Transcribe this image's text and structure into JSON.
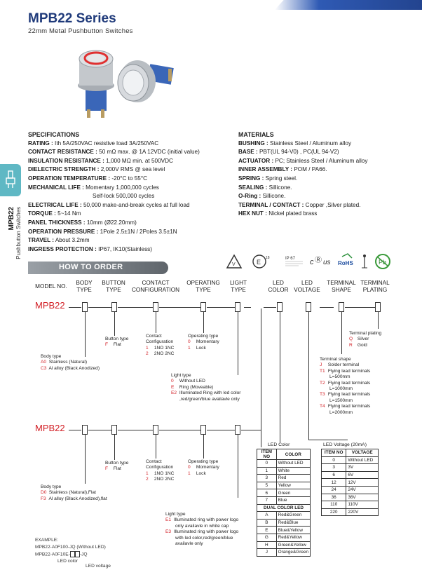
{
  "header": {
    "title": "MPB22 Series",
    "subtitle": "22mm Metal Pushbutton Switches"
  },
  "sidebar": {
    "series": "MPB22",
    "category": "Pushbutton Switches"
  },
  "specifications": {
    "heading": "SPECIFICATIONS",
    "rows": [
      {
        "label": "RATING :",
        "value": " Ith 5A/250VAC resistive load 3A/250VAC"
      },
      {
        "label": "CONTACT RESISTANCE :",
        "value": " 50 mΩ max. @ 1A 12VDC (initial value)"
      },
      {
        "label": "INSULATION RESISTANCE :",
        "value": " 1,000 MΩ min. at 500VDC"
      },
      {
        "label": "DIELECTRIC STRENGTH :",
        "value": " 2,000V RMS @ sea level"
      },
      {
        "label": "OPERATION TEMPERATURE :",
        "value": " -20°C to 55°C"
      },
      {
        "label": "MECHANICAL LIFE :",
        "value": " Momentary 1,000,000 cycles"
      },
      {
        "label": "",
        "value": "Self-lock 500,000 cycles",
        "indent": true
      },
      {
        "label": "ELECTRICAL LIFE :",
        "value": " 50,000 make-and-break cycles at full load"
      },
      {
        "label": "TORQUE :",
        "value": " 5~14 Nm"
      },
      {
        "label": "PANEL THICKNESS :",
        "value": " 10mm (Ø22.20mm)"
      },
      {
        "label": "OPERATION PRESSURE :",
        "value": " 1Pole 2.5±1N / 2Poles 3.5±1N"
      },
      {
        "label": "TRAVEL :",
        "value": " About 3.2mm"
      },
      {
        "label": "INGRESS PROTECTION :",
        "value": " IP67, IK10(Stainless)"
      }
    ]
  },
  "materials": {
    "heading": "MATERIALS",
    "rows": [
      {
        "label": "BUSHING :",
        "value": " Stainless Steel / Aluminum alloy"
      },
      {
        "label": "BASE :",
        "value": " PBT(UL 94-V0) , PC(UL 94-V2)"
      },
      {
        "label": "ACTUATOR :",
        "value": " PC; Stainless Steel / Aluminum  alloy"
      },
      {
        "label": "INNER ASSEMBLY :",
        "value": " POM / PA66."
      },
      {
        "label": "SPRING :",
        "value": " Spring steel."
      },
      {
        "label": "SEALING :",
        "value": " Sillicone."
      },
      {
        "label": "O-Ring :",
        "value": " Sillicone."
      },
      {
        "label": "TERMINAL / CONTACT :",
        "value": " Copper ,Silver plated."
      },
      {
        "label": "HEX NUT :",
        "value": " Nickel plated brass"
      }
    ]
  },
  "certs": {
    "ip": "IP 67",
    "rohs": "RoHS",
    "pb": "Pb"
  },
  "how_to_order": {
    "heading": "HOW TO ORDER",
    "columns": [
      "MODEL NO.",
      "BODY TYPE",
      "BUTTON TYPE",
      "CONTACT CONFIGURATION",
      "OPERATING TYPE",
      "LIGHT TYPE",
      "LED COLOR",
      "LED VOLTAGE",
      "TERMINAL SHAPE",
      "TERMINAL PLATING"
    ],
    "model": "MPB22",
    "body_type_1": {
      "title": "Body type",
      "items": [
        {
          "code": "A0",
          "text": "Stainless (Natural)"
        },
        {
          "code": "C3",
          "text": "Al alloy (Black Anodized)"
        }
      ]
    },
    "button_type": {
      "title": "Button type",
      "items": [
        {
          "code": "F",
          "text": "Flat"
        }
      ]
    },
    "contact_config": {
      "title1": "Contact",
      "title2": "Configuration",
      "items": [
        {
          "code": "1",
          "text": "1NO 1NC"
        },
        {
          "code": "2",
          "text": "2NO 2NC"
        }
      ]
    },
    "operating_type": {
      "title": "Operating type",
      "items": [
        {
          "code": "0",
          "text": "Momentary"
        },
        {
          "code": "1",
          "text": "Lock"
        }
      ]
    },
    "light_type_1": {
      "title": "Light type",
      "items": [
        {
          "code": "0",
          "text": "Without LED"
        },
        {
          "code": "E",
          "text": "Ring (Moveable)"
        },
        {
          "code": "E2",
          "text": "Illuminated Ring with led color"
        }
      ],
      "extra": ",red/green/blue availavle only"
    },
    "terminal_plating": {
      "title": "Terminal plating",
      "items": [
        {
          "code": "Q",
          "text": "Silver"
        },
        {
          "code": "R",
          "text": "Gold"
        }
      ]
    },
    "terminal_shape": {
      "title": "Terminal shape",
      "items": [
        {
          "code": "J",
          "text": "Solder terminal"
        },
        {
          "code": "T1",
          "text": "Flying lead terminals",
          "sub": "L=500mm"
        },
        {
          "code": "T2",
          "text": "Flying lead terminals",
          "sub": "L=1000mm"
        },
        {
          "code": "T3",
          "text": "Flying lead terminals",
          "sub": "L=1500mm"
        },
        {
          "code": "T4",
          "text": "Flying lead terminals",
          "sub": "L=2000mm"
        }
      ]
    },
    "body_type_2": {
      "title": "Body type",
      "items": [
        {
          "code": "D0",
          "text": "Stainless (Natural),Flat"
        },
        {
          "code": "F3",
          "text": "Al alloy (Black Anodized),flat"
        }
      ]
    },
    "light_type_2": {
      "title": "Light type",
      "items": [
        {
          "code": "E1",
          "text": "Illuminated ring with power logo",
          "sub": "only availavle in white cap"
        },
        {
          "code": "E3",
          "text": "Illuminated ring with power logo",
          "sub": "with led color,red/green/blue",
          "sub2": "availavle only"
        }
      ]
    }
  },
  "led_color_table": {
    "title": "LED Color",
    "headers": [
      "ITEM NO",
      "COLOR"
    ],
    "rows": [
      [
        "0",
        "Without LED"
      ],
      [
        "1",
        "White"
      ],
      [
        "3",
        "Red"
      ],
      [
        "5",
        "Yellow"
      ],
      [
        "6",
        "Green"
      ],
      [
        "7",
        "Blue"
      ]
    ],
    "dual_header": "DUAL COLOR LED",
    "dual_rows": [
      [
        "A",
        "Red&Green"
      ],
      [
        "B",
        "Red&Blue"
      ],
      [
        "E",
        "Blue&Yellow"
      ],
      [
        "G",
        "Red&Yellow"
      ],
      [
        "H",
        "Green&Yellow"
      ],
      [
        "J",
        "Orange&Green"
      ]
    ]
  },
  "led_voltage_table": {
    "title": "LED Voltage (20mA)",
    "headers": [
      "ITEM NO",
      "VOLTAGE"
    ],
    "rows": [
      [
        "0",
        "Without LED"
      ],
      [
        "3",
        "3V"
      ],
      [
        "6",
        "6V"
      ],
      [
        "12",
        "12V"
      ],
      [
        "24",
        "24V"
      ],
      [
        "36",
        "36V"
      ],
      [
        "110",
        "110V"
      ],
      [
        "220",
        "220V"
      ]
    ]
  },
  "example": {
    "label": "EXAMPLE:",
    "line1": "MPB22-A0F100-JQ (Without LED)",
    "line2a": "MPB22-A0F10E-",
    "line2b": "-JQ",
    "led_color": "LED color",
    "led_voltage": "LED voltage"
  },
  "colors": {
    "accent_red": "#d21e24",
    "title_blue": "#1f3a7a",
    "tab_teal": "#5fb8c4"
  }
}
